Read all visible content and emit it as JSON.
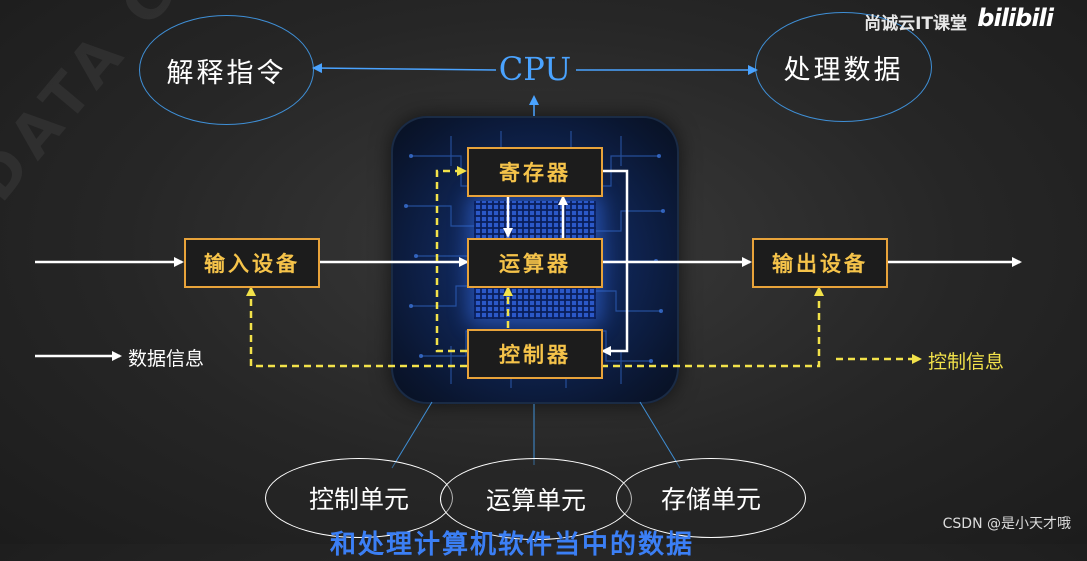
{
  "cpu": {
    "title": "CPU"
  },
  "top": {
    "left_ellipse": "解释指令",
    "right_ellipse": "处理数据"
  },
  "boxes": {
    "register": "寄存器",
    "alu": "运算器",
    "controller": "控制器",
    "input_device": "输入设备",
    "output_device": "输出设备"
  },
  "legend": {
    "data_info": "数据信息",
    "control_info": "控制信息"
  },
  "units": [
    "控制单元",
    "运算单元",
    "存储单元"
  ],
  "branding": {
    "channel": "尚诚云IT课堂",
    "logo": "bilibili",
    "csdn": "CSDN @是小天才哦"
  },
  "subtitle": "和处理计算机软件当中的数据",
  "colors": {
    "data_arrow": "#ffffff",
    "control_arrow": "#f2e24a",
    "box_border": "#e8a33a",
    "box_text": "#f5c34a",
    "cpu_blue": "#4aa3ff",
    "ellipse_border": "#3f8fd6"
  }
}
